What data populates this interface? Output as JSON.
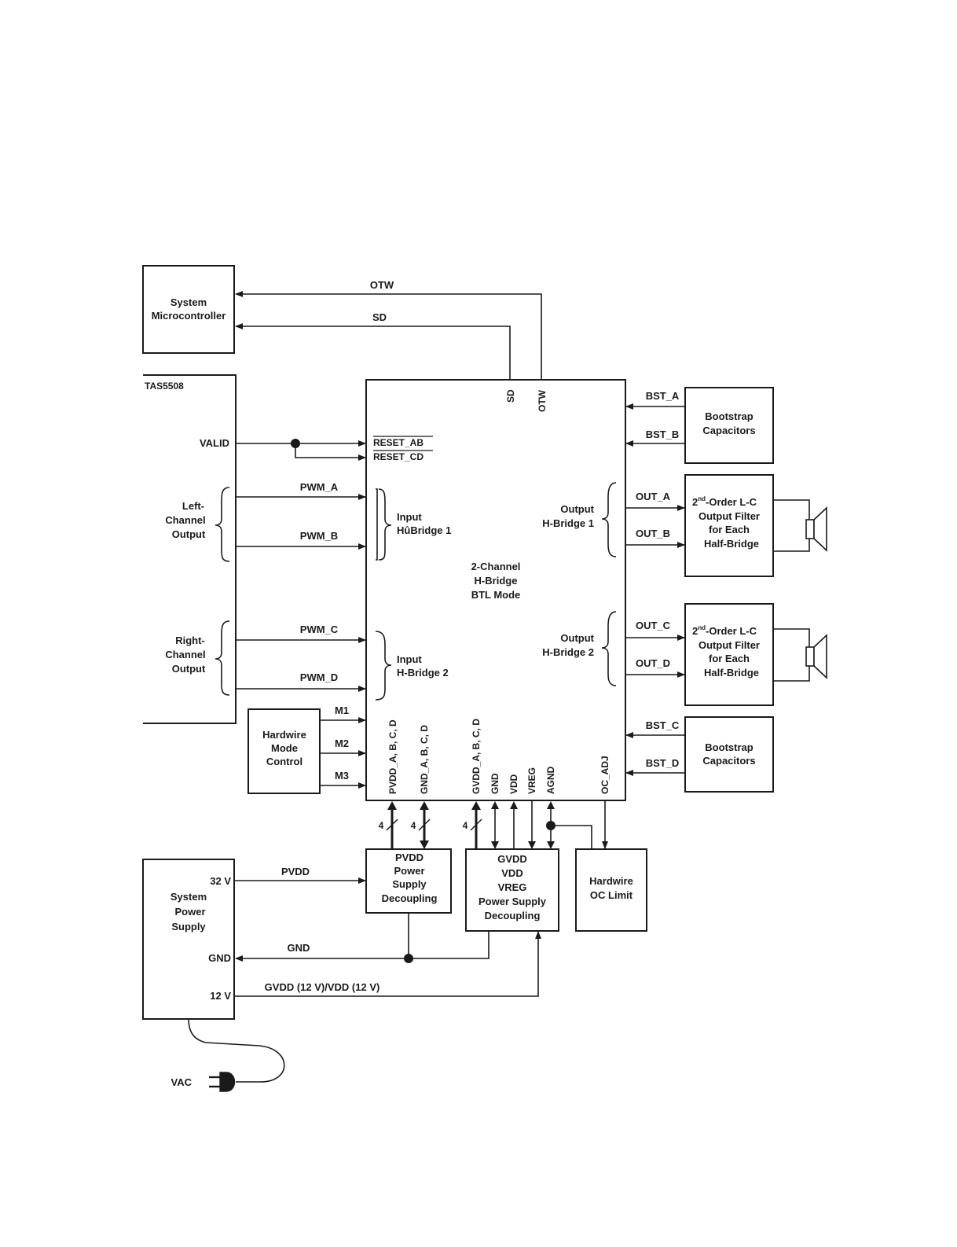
{
  "blocks": {
    "system_microcontroller": [
      "System",
      "Microcontroller"
    ],
    "tas_label": "TAS5508",
    "main_chip": [
      "2-Channel",
      "H-Bridge",
      "BTL Mode"
    ],
    "input_hbridge_1": [
      "Input",
      "HûBridge 1"
    ],
    "input_hbridge_2": [
      "Input",
      "H-Bridge 2"
    ],
    "output_hbridge_1": [
      "Output",
      "H-Bridge 1"
    ],
    "output_hbridge_2": [
      "Output",
      "H-Bridge 2"
    ],
    "bootstrap_top": [
      "Bootstrap",
      "Capacitors"
    ],
    "bootstrap_bottom": [
      "Bootstrap",
      "Capacitors"
    ],
    "filter_top": {
      "sup": "nd",
      "line1_pre": "2",
      "line1_post": "-Order L-C",
      "lines": [
        "Output Filter",
        "for Each",
        "Half-Bridge"
      ]
    },
    "filter_bottom": {
      "sup": "nd",
      "line1_pre": "2",
      "line1_post": "-Order L-C",
      "lines": [
        "Output Filter",
        "for Each",
        "Half-Bridge"
      ]
    },
    "hardwire_mode": [
      "Hardwire",
      "Mode",
      "Control"
    ],
    "pvdd_decoupling": [
      "PVDD",
      "Power",
      "Supply",
      "Decoupling"
    ],
    "gvdd_decoupling": [
      "GVDD",
      "VDD",
      "VREG",
      "Power Supply",
      "Decoupling"
    ],
    "hardwire_oc": [
      "Hardwire",
      "OC Limit"
    ],
    "system_power_supply": [
      "System",
      "Power",
      "Supply"
    ],
    "left_channel": [
      "Left-",
      "Channel",
      "Output"
    ],
    "right_channel": [
      "Right-",
      "Channel",
      "Output"
    ]
  },
  "signals": {
    "otw": "OTW",
    "sd": "SD",
    "sd_pin": "SD",
    "otw_pin": "OTW",
    "valid": "VALID",
    "reset_ab": "RESET_AB",
    "reset_cd": "RESET_CD",
    "pwm_a": "PWM_A",
    "pwm_b": "PWM_B",
    "pwm_c": "PWM_C",
    "pwm_d": "PWM_D",
    "bst_a": "BST_A",
    "bst_b": "BST_B",
    "bst_c": "BST_C",
    "bst_d": "BST_D",
    "out_a": "OUT_A",
    "out_b": "OUT_B",
    "out_c": "OUT_C",
    "out_d": "OUT_D",
    "m1": "M1",
    "m2": "M2",
    "m3": "M3",
    "pvdd": "PVDD",
    "gnd": "GND",
    "gvdd_vdd": "GVDD (12 V)/VDD (12 V)",
    "v32": "32 V",
    "gnd_pin": "GND",
    "v12": "12 V",
    "vac": "VAC",
    "bus_width_1": "4",
    "bus_width_2": "4",
    "bus_width_3": "4"
  },
  "pins": {
    "pvdd_abcd": "PVDD_A, B, C, D",
    "gnd_abcd": "GND_A, B, C, D",
    "gvdd_abcd": "GVDD_A, B, C, D",
    "gnd": "GND",
    "vdd": "VDD",
    "vreg": "VREG",
    "agnd": "AGND",
    "oc_adj": "OC_ADJ"
  }
}
